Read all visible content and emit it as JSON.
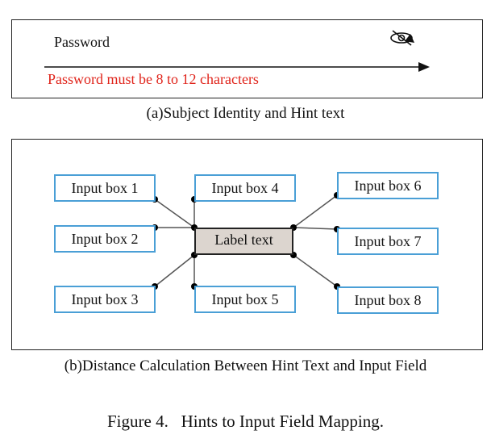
{
  "panel_a": {
    "field_label": "Password",
    "hint_text": "Password must be 8 to 12 characters",
    "icons": [
      "eye-slash-icon",
      "arrow-right-icon"
    ],
    "hint_color": "#e0241b"
  },
  "caption_a": "(a)Subject Identity and Hint text",
  "panel_b": {
    "label_text": "Label text",
    "input_boxes": [
      "Input box 1",
      "Input box 2",
      "Input box 3",
      "Input box 4",
      "Input box 5",
      "Input box 6",
      "Input box 7",
      "Input box 8"
    ],
    "input_border_color": "#4a9fd6",
    "label_fill_color": "#dcd5cf"
  },
  "caption_b": "(b)Distance Calculation Between Hint Text and Input Field",
  "figure_caption": "Figure 4.   Hints to Input Field Mapping."
}
